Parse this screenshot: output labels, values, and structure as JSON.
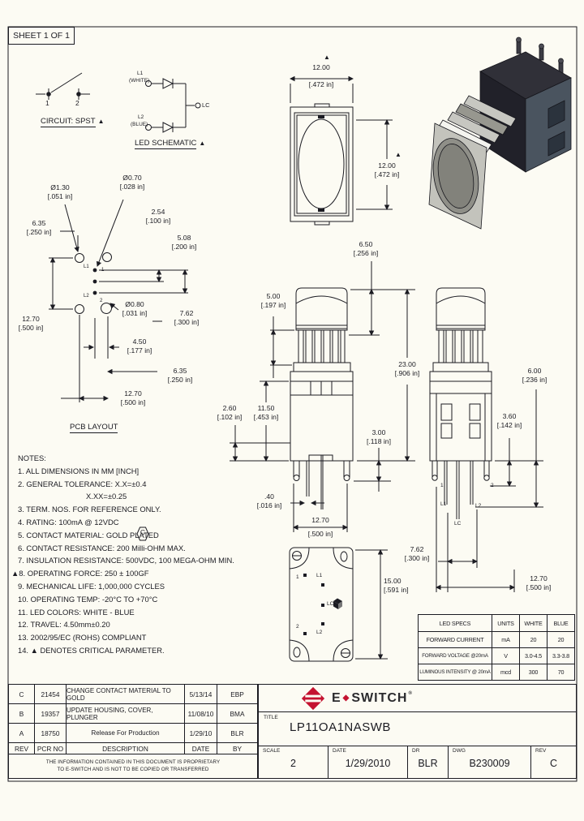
{
  "sheet_label": "SHEET 1 OF 1",
  "crit": "▲",
  "circuit": {
    "label": "CIRCUIT: SPST",
    "t1": "1",
    "t2": "2"
  },
  "led_sch": {
    "label": "LED SCHEMATIC",
    "l1": "L1",
    "l1c": "(WHITE)",
    "l2": "L2",
    "l2c": "(BLUE)",
    "lc": "LC"
  },
  "pcb": {
    "title": "PCB LAYOUT",
    "l1": "L1",
    "l2": "L2",
    "t1": "1",
    "t2": "2",
    "dia_pad": {
      "mm": "Ø1.30",
      "in": "[.051 in]"
    },
    "dia_hole": {
      "mm": "Ø0.70",
      "in": "[.028 in]"
    },
    "pitch": {
      "mm": "2.54",
      "in": "[.100 in]"
    },
    "span_top": {
      "mm": "5.08",
      "in": "[.200 in]"
    },
    "left_top": {
      "mm": "6.35",
      "in": "[.250 in]"
    },
    "left_bot": {
      "mm": "12.70",
      "in": "[.500 in]"
    },
    "dia_small": {
      "mm": "Ø0.80",
      "in": "[.031 in]"
    },
    "mid": {
      "mm": "4.50",
      "in": "[.177 in]"
    },
    "right": {
      "mm": "7.62",
      "in": "[.300 in]"
    },
    "bot_a": {
      "mm": "6.35",
      "in": "[.250 in]"
    },
    "bot_b": {
      "mm": "12.70",
      "in": "[.500 in]"
    }
  },
  "top_view": {
    "w": {
      "mm": "12.00",
      "in": "[.472 in]"
    },
    "h": {
      "mm": "12.00",
      "in": "[.472 in]"
    }
  },
  "front_view": {
    "plunger": {
      "mm": "6.50",
      "in": "[.256 in]"
    },
    "upper": {
      "mm": "5.00",
      "in": "[.197 in]"
    },
    "total": {
      "mm": "23.00",
      "in": "[.906 in]"
    },
    "body": {
      "mm": "11.50",
      "in": "[.453 in]"
    },
    "step": {
      "mm": "2.60",
      "in": "[.102 in]"
    },
    "pin_len": {
      "mm": "3.00",
      "in": "[.118 in]"
    },
    "pin_w": {
      "mm": ".40",
      "in": "[.016 in]"
    },
    "pin_span": {
      "mm": "12.70",
      "in": "[.500 in]"
    }
  },
  "side_view": {
    "tip": {
      "mm": "3.60",
      "in": "[.142 in]"
    },
    "pin": {
      "mm": "6.00",
      "in": "[.236 in]"
    },
    "pitch": {
      "mm": "7.62",
      "in": "[.300 in]"
    },
    "span": {
      "mm": "12.70",
      "in": "[.500 in]"
    },
    "t1": "1",
    "t2": "2",
    "l1": "L1",
    "l2": "L2",
    "lc": "LC"
  },
  "bottom_view": {
    "h": {
      "mm": "15.00",
      "in": "[.591 in]"
    },
    "t1": "1",
    "t2": "2",
    "l1": "L1",
    "l2": "L2",
    "lc": "LC"
  },
  "notes": {
    "title": "NOTES:",
    "flag": "C",
    "items": [
      "1. ALL DIMENSIONS IN MM [INCH]",
      "2. GENERAL TOLERANCE: X.X=±0.4",
      "X.XX=±0.25",
      "3. TERM. NOS. FOR REFERENCE ONLY.",
      "4. RATING: 100mA @ 12VDC",
      "5. CONTACT MATERIAL: GOLD PLATED",
      "6. CONTACT RESISTANCE: 200 Milli-OHM MAX.",
      "7. INSULATION RESISTANCE: 500VDC, 100 MEGA-OHM MIN.",
      "▲8. OPERATING FORCE: 250 ± 100GF",
      "9. MECHANICAL LIFE: 1,000,000 CYCLES",
      "10. OPERATING TEMP: -20°C TO +70°C",
      "11. LED COLORS: WHITE - BLUE",
      "12. TRAVEL: 4.50mm±0.20",
      "13. 2002/95/EC (ROHS) COMPLIANT",
      "14. ▲ DENOTES CRITICAL PARAMETER."
    ]
  },
  "rev_table": {
    "header": {
      "rev": "REV",
      "pcr": "PCR NO",
      "desc": "DESCRIPTION",
      "date": "DATE",
      "by": "BY"
    },
    "rows": [
      {
        "rev": "C",
        "pcr": "21454",
        "desc": "CHANGE CONTACT MATERIAL TO GOLD",
        "date": "5/13/14",
        "by": "EBP"
      },
      {
        "rev": "B",
        "pcr": "19357",
        "desc": "UPDATE HOUSING, COVER, PLUNGER",
        "date": "11/08/10",
        "by": "BMA"
      },
      {
        "rev": "A",
        "pcr": "18750",
        "desc": "Release For Production",
        "date": "1/29/10",
        "by": "BLR"
      }
    ]
  },
  "proprietary": {
    "line1": "THE INFORMATION CONTAINED IN THIS DOCUMENT IS PROPRIETARY",
    "line2": "TO E-SWITCH AND IS NOT TO BE COPIED OR TRANSFERRED"
  },
  "led_table": {
    "h1": "LED SPECS",
    "h2": "UNITS",
    "h3": "WHITE",
    "h4": "BLUE",
    "rows": [
      [
        "FORWARD CURRENT",
        "mA",
        "20",
        "20"
      ],
      [
        "FORWARD VOLTAGE @20mA",
        "V",
        "3.0-4.5",
        "3.3-3.8"
      ],
      [
        "LUMINOUS INTENSITY @ 20mA",
        "mcd",
        "300",
        "70"
      ]
    ]
  },
  "title_block": {
    "brand_e": "E",
    "brand_diamond": "◆",
    "brand_rest": "SWITCH",
    "reg": "®",
    "title_label": "TITLE",
    "title": "LP11OA1NASWB",
    "scale_label": "SCALE",
    "scale": "2",
    "date_label": "DATE",
    "date": "1/29/2010",
    "dr_label": "DR",
    "dr": "BLR",
    "dwg_label": "DWG",
    "dwg": "B230009",
    "rev_label": "REV",
    "rev": "C"
  },
  "colors": {
    "accent_red": "#c41230",
    "line": "#1b1b22",
    "paper": "#fcfbf3"
  }
}
